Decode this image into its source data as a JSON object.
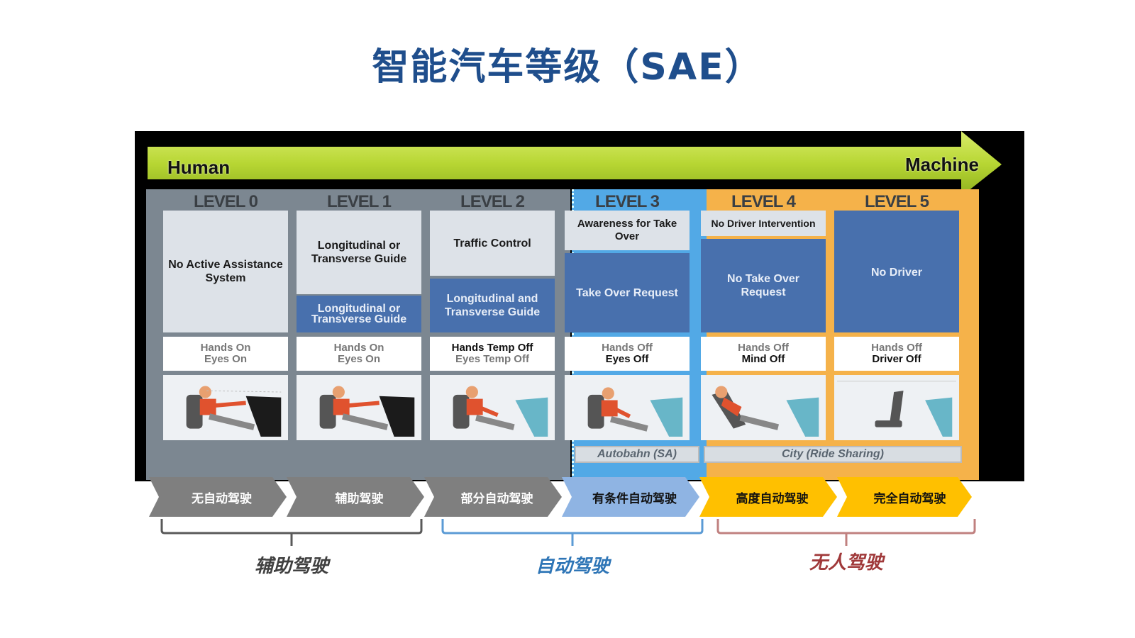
{
  "title": "智能汽车等级（SAE）",
  "colors": {
    "title": "#1f4e8c",
    "arrow": "#b7d633",
    "gray_panel": "#7c8791",
    "blue_panel": "#52a9e6",
    "orange_panel": "#f5b24a",
    "chevron_gray": "#7f7f7f",
    "chevron_blue": "#8fb4e3",
    "chevron_yellow": "#ffc000",
    "group_gray": "#404040",
    "group_blue": "#2e75b6",
    "group_red": "#a0393a"
  },
  "arrow": {
    "left_label": "Human",
    "right_label": "Machine"
  },
  "levels": [
    {
      "label": "LEVEL 0",
      "top_box": "No Active Assistance System",
      "lower_box": "",
      "hands_line1": "Hands On",
      "hands_line2": "Eyes On",
      "picture": "person-hands-on-icon"
    },
    {
      "label": "LEVEL 1",
      "top_box": "Longitudinal or Transverse Guide",
      "lower_box": "Longitudinal or Transverse Guide",
      "hands_line1": "Hands On",
      "hands_line2": "Eyes On",
      "picture": "person-hands-on-icon"
    },
    {
      "label": "LEVEL 2",
      "top_box": "Traffic Control",
      "lower_box": "Longitudinal and Transverse Guide",
      "hands_line1": "Hands Temp Off",
      "hands_line2": "Eyes Temp Off",
      "picture": "person-hands-off-icon"
    },
    {
      "label": "LEVEL 3",
      "top_box": "Awareness for Take Over",
      "lower_box": "Take Over Request",
      "hands_line1": "Hands Off",
      "hands_line2": "Eyes Off",
      "picture": "person-eyes-off-icon"
    },
    {
      "label": "LEVEL 4",
      "top_box": "No Driver Intervention",
      "lower_box": "No Take Over Request",
      "hands_line1": "Hands Off",
      "hands_line2": "Mind Off",
      "picture": "person-reclined-icon"
    },
    {
      "label": "LEVEL 5",
      "top_box": "",
      "lower_box": "No Driver",
      "hands_line1": "Hands Off",
      "hands_line2": "Driver Off",
      "picture": "empty-seat-icon"
    }
  ],
  "bottom_bars": {
    "autobahn": "Autobahn (SA)",
    "city": "City (Ride Sharing)"
  },
  "chevrons": [
    "无自动驾驶",
    "辅助驾驶",
    "部分自动驾驶",
    "有条件自动驾驶",
    "高度自动驾驶",
    "完全自动驾驶"
  ],
  "groups": [
    {
      "label": "辅助驾驶"
    },
    {
      "label": "自动驾驶"
    },
    {
      "label": "无人驾驶"
    }
  ]
}
